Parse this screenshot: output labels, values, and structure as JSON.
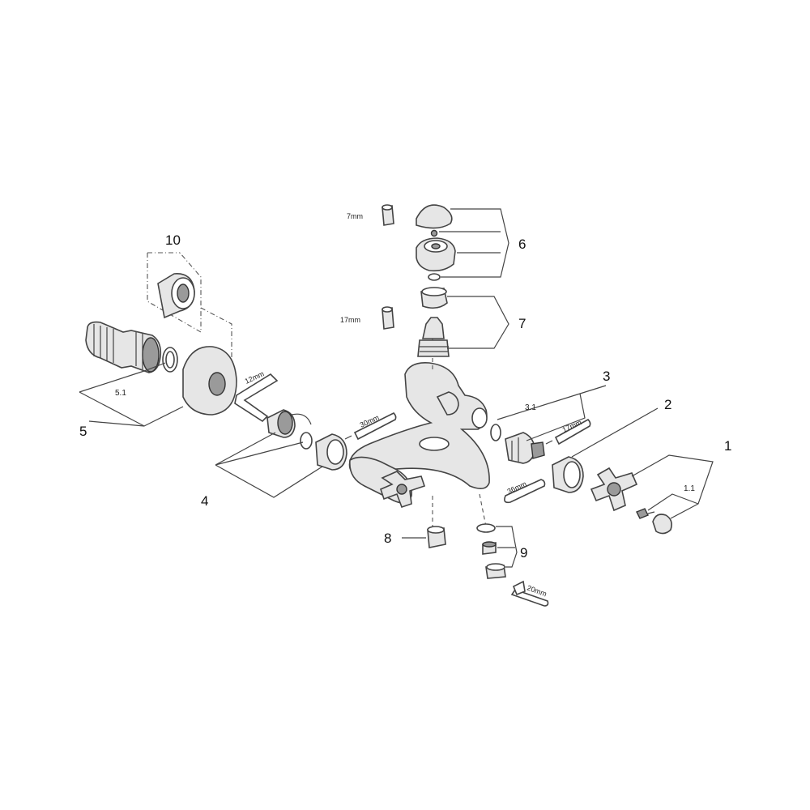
{
  "callouts": {
    "c1": "1",
    "c1_1": "1.1",
    "c2": "2",
    "c3": "3",
    "c3_1": "3.1",
    "c4": "4",
    "c5": "5",
    "c5_1": "5.1",
    "c6": "6",
    "c7": "7",
    "c8": "8",
    "c9": "9",
    "c10": "10"
  },
  "tools": {
    "wrench_7": "7mm",
    "wrench_17": "17mm",
    "hex_12": "12mm",
    "tool_30": "30mm",
    "tool_17b": "17mm",
    "tool_36": "36mm",
    "tool_20": "20mm"
  }
}
